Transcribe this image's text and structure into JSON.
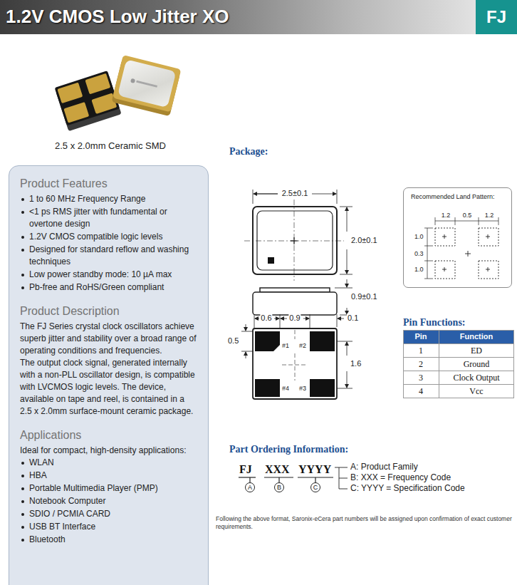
{
  "diagram": {
    "title": "1.2V CMOS Low Jitter XO",
    "nodes": [
      {
        "text": [
          "FJ"
        ]
      },
      {
        "text": [
          "Product Features",
          "1 to 60 MHz Frequency Range",
          "<1 ps RMS jitter with fundamental or overtone design",
          "1.2V CMOS compatible logic levels",
          "Designed for standard reflow and washing techniques",
          "Low power standby mode: 10 µA max",
          "Pb-free and RoHS/Green compliant",
          "Product Description",
          "The FJ Series crystal clock oscillators achieve superb jitter and stability over a broad range of operating conditions and frequencies.",
          "The output clock signal, generated internally with a non-PLL oscillator design, is compatible with LVCMOS logic levels. The device, available on tape and reel, is contained in a 2.5 x 2.0mm surface-mount ceramic package.",
          "Applications",
          "Ideal for compact, high-density applications:",
          "WLAN",
          "HBA",
          "Portable Multimedia Player (PMP)",
          "Notebook Computer",
          "SDIO / PCMIA CARD",
          "USB BT Interface",
          "Bluetooth"
        ]
      },
      {
        "text": [
          "Recommended Land Pattern:",
          "1.2",
          "0.5",
          "1.2",
          "1.0",
          "0.3",
          "1.0"
        ]
      },
      {
        "text": [
          "A"
        ]
      },
      {
        "text": [
          "B"
        ]
      },
      {
        "text": [
          "C"
        ]
      }
    ],
    "labels": [
      "2.5 x 2.0mm Ceramic SMD",
      "Package:",
      "2.5±0.1",
      "2.0±0.1",
      "0.9±0.1",
      "0.6",
      "0.9",
      "0.1",
      "0.5",
      "1.6",
      "#1",
      "#2",
      "#4",
      "#3",
      "Pin Functions:",
      "Pin",
      "Function",
      "1",
      "ED",
      "2",
      "Ground",
      "3",
      "Clock Output",
      "4",
      "Vcc",
      "Part Ordering Information:",
      "FJ",
      "XXX",
      "YYYY",
      "A: Product Family",
      "B: XXX = Frequency Code",
      "C: YYYY = Specification Code",
      "Following the above format, Saronix-eCera part numbers will be assigned upon confirmation of exact customer requirements."
    ]
  }
}
